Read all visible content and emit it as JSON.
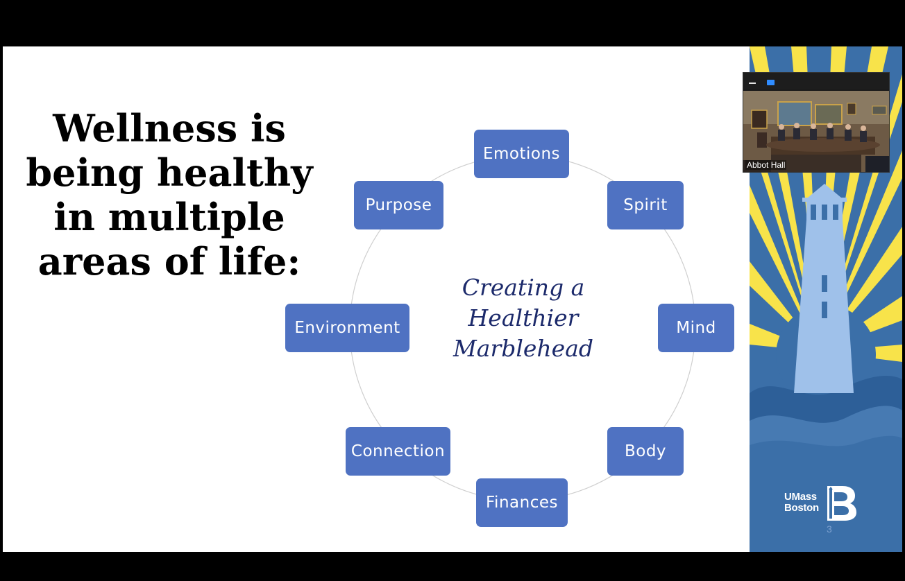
{
  "slide": {
    "heading_lines": [
      "Wellness is",
      "being healthy",
      "in multiple",
      "areas of life:"
    ],
    "center_lines": [
      "Creating a",
      "Healthier",
      "Marblehead"
    ],
    "nodes": {
      "emotions": "Emotions",
      "spirit": "Spirit",
      "mind": "Mind",
      "body": "Body",
      "finances": "Finances",
      "connection": "Connection",
      "environment": "Environment",
      "purpose": "Purpose"
    },
    "page_number": "3",
    "colors": {
      "node_fill": "#4f72c2",
      "node_text": "#ffffff",
      "center_text": "#1c2a6b",
      "banner_blue": "#3b6fa8",
      "banner_yellow": "#f8e34a",
      "lighthouse": "#9fc1ea"
    }
  },
  "logo": {
    "line1": "UMass",
    "line2": "Boston",
    "mark": "B"
  },
  "video": {
    "participant_name": "Abbot Hall",
    "icons": [
      "minimize-icon",
      "layout-icon"
    ]
  }
}
